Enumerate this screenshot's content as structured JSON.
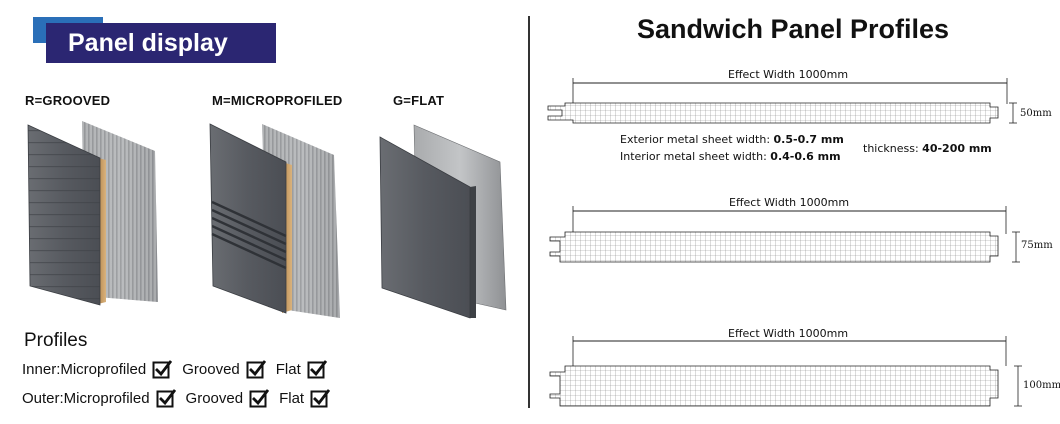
{
  "header": {
    "badge_text": "Panel display"
  },
  "panels": [
    {
      "label": "R=GROOVED"
    },
    {
      "label": "M=MICROPROFILED"
    },
    {
      "label": "G=FLAT"
    }
  ],
  "profiles": {
    "title": "Profiles",
    "rows": [
      {
        "side": "Inner:Microprofiled",
        "options": [
          "Grooved",
          "Flat"
        ]
      },
      {
        "side": "Outer:Microprofiled",
        "options": [
          "Grooved",
          "Flat"
        ]
      }
    ]
  },
  "diagram": {
    "title": "Sandwich Panel Profiles",
    "profiles": [
      {
        "effect_label": "Effect Width 1000mm",
        "thickness_label": "50mm"
      },
      {
        "effect_label": "Effect Width 1000mm",
        "thickness_label": "75mm"
      },
      {
        "effect_label": "Effect Width 1000mm",
        "thickness_label": "100mm"
      }
    ],
    "specs": {
      "exterior_label": "Exterior metal sheet width:",
      "exterior_value": "0.5-0.7 mm",
      "interior_label": "Interior metal sheet width:",
      "interior_value": "0.4-0.6 mm",
      "thickness_label": "thickness:",
      "thickness_value": "40-200 mm"
    }
  },
  "colors": {
    "badge": "#2b2672",
    "badge_accent": "#2a6fb8",
    "panel_grey": "#5a5d63",
    "core": "#c9a06a"
  }
}
